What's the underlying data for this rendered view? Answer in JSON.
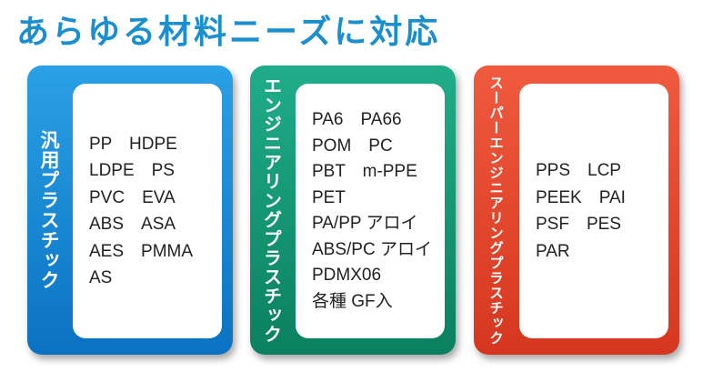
{
  "title": "あらゆる材料ニーズに対応",
  "colors": {
    "title": "#1a8fd0",
    "blue": "#0a72c2",
    "green": "#0a8060",
    "red": "#d6361f"
  },
  "cards": [
    {
      "label": "汎用プラスチック",
      "items": [
        "PP　HDPE",
        "LDPE　PS",
        "PVC　EVA",
        "ABS　ASA",
        "AES　PMMA",
        "AS"
      ]
    },
    {
      "label": "エンジニアリングプラスチック",
      "items": [
        "PA6　PA66",
        "POM　PC",
        "PBT　m-PPE",
        "PET",
        "PA/PP アロイ",
        "ABS/PC アロイ",
        "PDMX06",
        "各種 GF入"
      ]
    },
    {
      "label": "スーパーエンジニアリングプラスチック",
      "items": [
        "PPS　LCP",
        "PEEK　PAI",
        "PSF　PES",
        "PAR"
      ]
    }
  ]
}
